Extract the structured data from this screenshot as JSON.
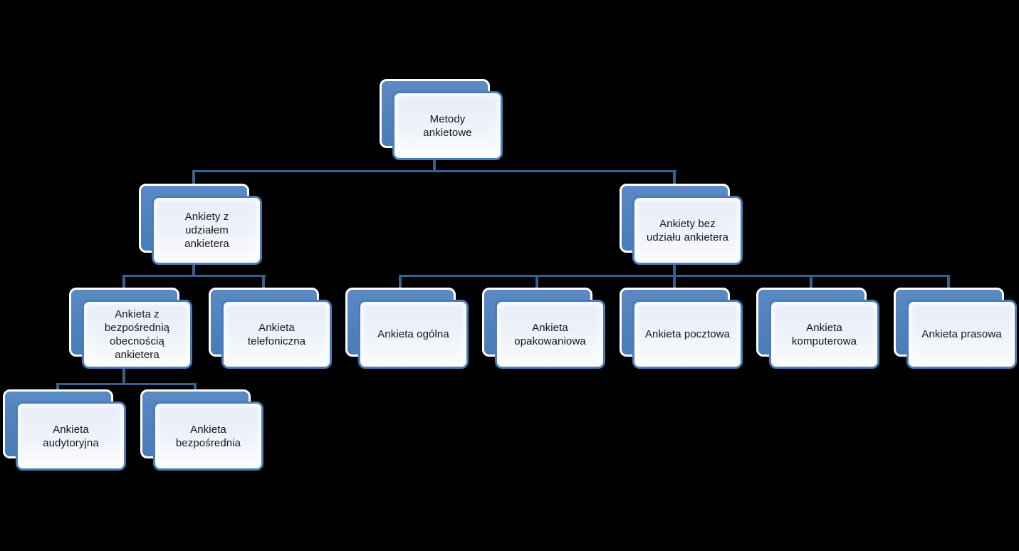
{
  "diagram": {
    "type": "org-chart",
    "background_color": "#000000",
    "colors": {
      "back_box_fill": "#4f81bd",
      "back_box_border": "#ffffff",
      "front_box_fill_top": "#e7ecf7",
      "front_box_fill_bottom": "#fbfcfe",
      "front_box_border": "#4a7db9",
      "connector": "#38618f",
      "text": "#14141c"
    },
    "nodes": {
      "root": {
        "label": "Metody\nankietowe"
      },
      "with_interviewer": {
        "label": "Ankiety z\nudziałem\nankietera"
      },
      "without_interviewer": {
        "label": "Ankiety bez\nudziału ankietera"
      },
      "direct_presence": {
        "label": "Ankieta z\nbezpośrednią\nobecnością\nankietera"
      },
      "telephone": {
        "label": "Ankieta\ntelefoniczna"
      },
      "general": {
        "label": "Ankieta ogólna"
      },
      "packaging": {
        "label": "Ankieta\nopakowaniowa"
      },
      "postal": {
        "label": "Ankieta pocztowa"
      },
      "computer": {
        "label": "Ankieta\nkomputerowa"
      },
      "press": {
        "label": "Ankieta prasowa"
      },
      "auditorium": {
        "label": "Ankieta\naudytoryjna"
      },
      "direct": {
        "label": "Ankieta\nbezpośrednia"
      }
    },
    "hierarchy": [
      {
        "parent": "root",
        "children": [
          "with_interviewer",
          "without_interviewer"
        ]
      },
      {
        "parent": "with_interviewer",
        "children": [
          "direct_presence",
          "telephone"
        ]
      },
      {
        "parent": "without_interviewer",
        "children": [
          "general",
          "packaging",
          "postal",
          "computer",
          "press"
        ]
      },
      {
        "parent": "direct_presence",
        "children": [
          "auditorium",
          "direct"
        ]
      }
    ]
  }
}
